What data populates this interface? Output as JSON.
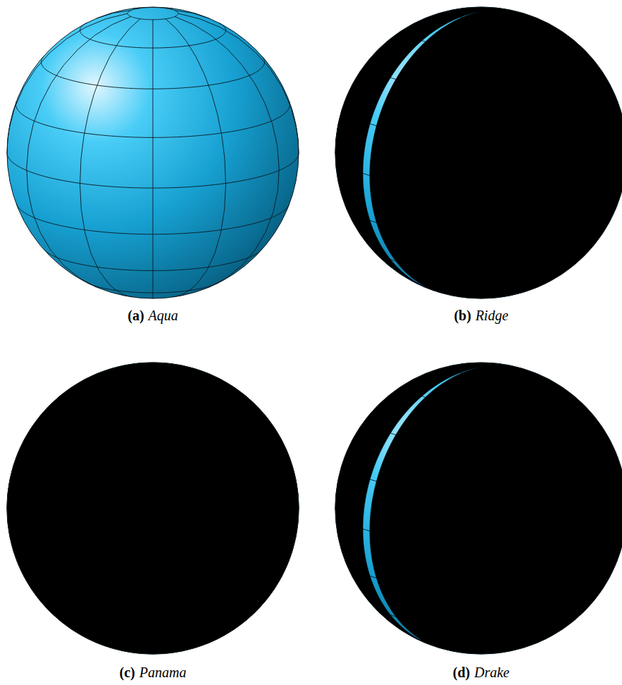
{
  "diagram": {
    "labels": [
      "(a)",
      "Aqua",
      "(b)",
      "Ridge",
      "(c)",
      "Panama",
      "(d)",
      "Drake"
    ]
  }
}
